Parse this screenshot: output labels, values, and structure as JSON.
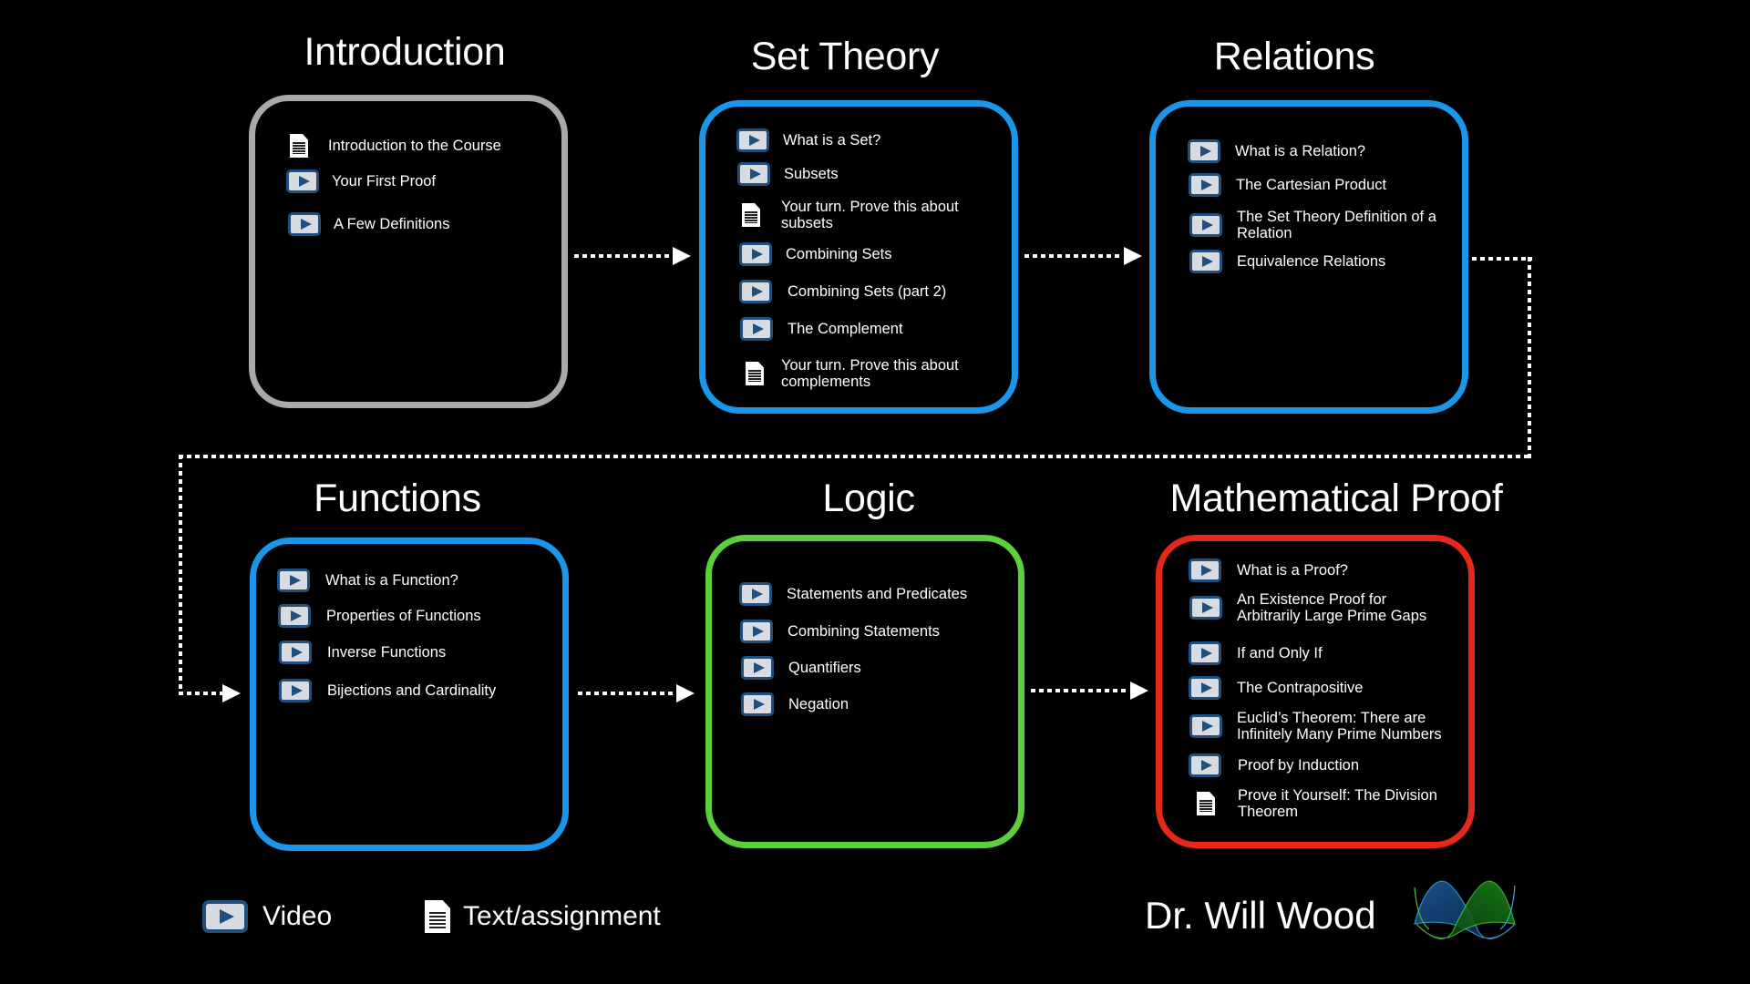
{
  "modules": [
    {
      "id": "introduction",
      "title": "Introduction",
      "color": "#a9a9a9",
      "items": [
        {
          "type": "text",
          "label": "Introduction to the Course"
        },
        {
          "type": "video",
          "label": "Your First Proof"
        },
        {
          "type": "video",
          "label": "A Few Definitions"
        }
      ]
    },
    {
      "id": "set-theory",
      "title": "Set Theory",
      "color": "#1a97ea",
      "items": [
        {
          "type": "video",
          "label": "What is a Set?"
        },
        {
          "type": "video",
          "label": "Subsets"
        },
        {
          "type": "text",
          "label": "Your turn. Prove this about subsets"
        },
        {
          "type": "video",
          "label": "Combining Sets"
        },
        {
          "type": "video",
          "label": "Combining Sets (part 2)"
        },
        {
          "type": "video",
          "label": "The Complement"
        },
        {
          "type": "text",
          "label": "Your turn. Prove this about complements"
        }
      ]
    },
    {
      "id": "relations",
      "title": "Relations",
      "color": "#1a97ea",
      "items": [
        {
          "type": "video",
          "label": "What is a Relation?"
        },
        {
          "type": "video",
          "label": "The Cartesian Product"
        },
        {
          "type": "video",
          "label": "The Set Theory Definition of a Relation"
        },
        {
          "type": "video",
          "label": "Equivalence Relations"
        }
      ]
    },
    {
      "id": "functions",
      "title": "Functions",
      "color": "#1a97ea",
      "items": [
        {
          "type": "video",
          "label": "What is a Function?"
        },
        {
          "type": "video",
          "label": "Properties of Functions"
        },
        {
          "type": "video",
          "label": "Inverse Functions"
        },
        {
          "type": "video",
          "label": "Bijections and Cardinality"
        }
      ]
    },
    {
      "id": "logic",
      "title": "Logic",
      "color": "#5bcf3c",
      "items": [
        {
          "type": "video",
          "label": "Statements and Predicates"
        },
        {
          "type": "video",
          "label": "Combining Statements"
        },
        {
          "type": "video",
          "label": "Quantifiers"
        },
        {
          "type": "video",
          "label": "Negation"
        }
      ]
    },
    {
      "id": "mathematical-proof",
      "title": "Mathematical Proof",
      "color": "#e6281b",
      "items": [
        {
          "type": "video",
          "label": "What is a Proof?"
        },
        {
          "type": "video",
          "label": "An Existence Proof for Arbitrarily Large Prime Gaps"
        },
        {
          "type": "video",
          "label": "If and Only If"
        },
        {
          "type": "video",
          "label": "The Contrapositive"
        },
        {
          "type": "video",
          "label": "Euclid’s Theorem: There are Infinitely Many Prime Numbers"
        },
        {
          "type": "video",
          "label": "Proof by Induction"
        },
        {
          "type": "text",
          "label": "Prove it Yourself: The Division Theorem"
        }
      ]
    }
  ],
  "legend": {
    "video_label": "Video",
    "video_icon": "video-play-icon",
    "text_label": "Text/assignment",
    "text_icon": "document-icon"
  },
  "author": "Dr. Will Wood",
  "logo_icon": "wave-logo-icon"
}
